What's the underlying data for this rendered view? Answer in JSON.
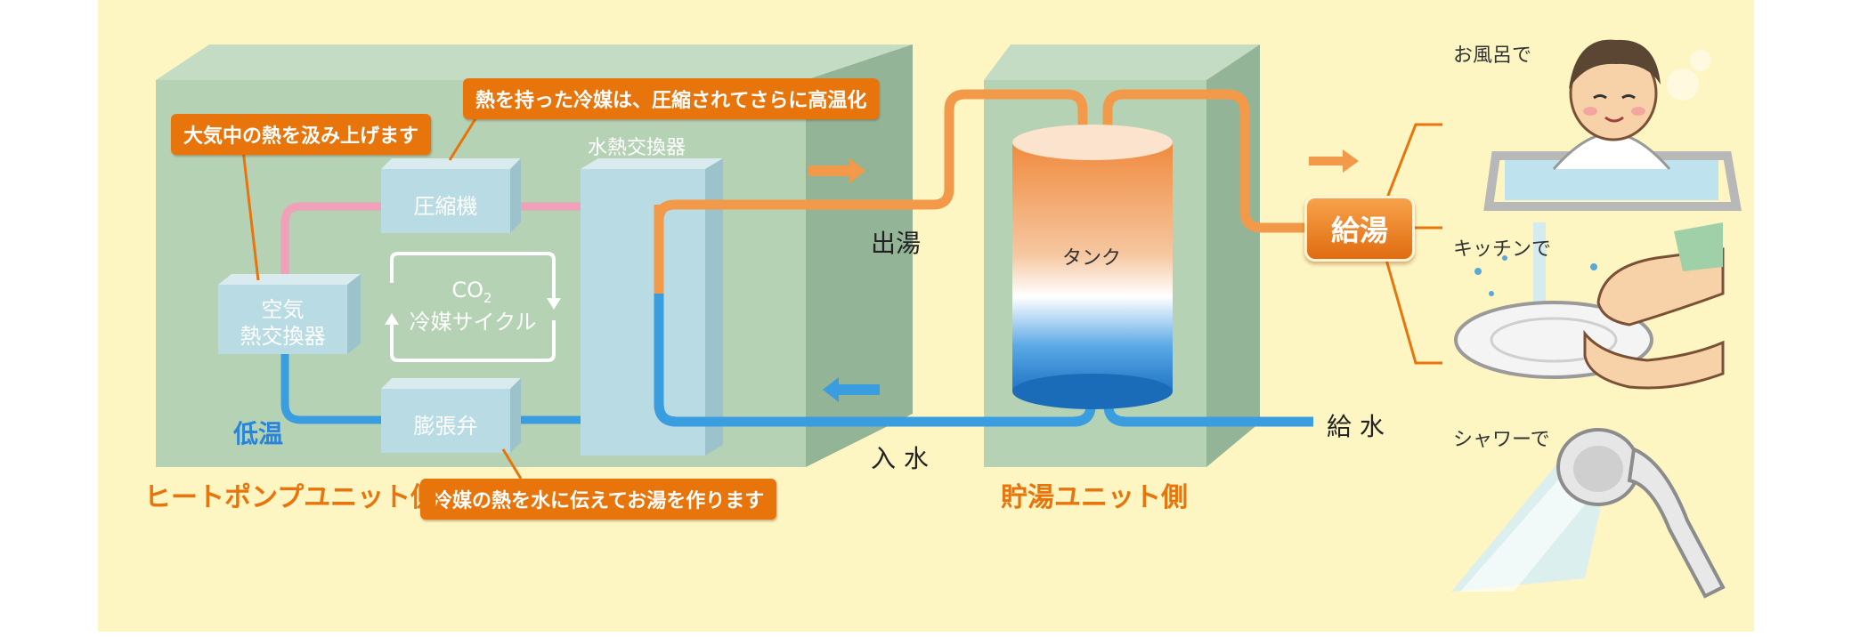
{
  "callouts": {
    "absorb": "大気中の熱を汲み上げます",
    "compress": "熱を持った冷媒は、圧縮されてさらに高温化",
    "transfer": "冷媒の熱を水に伝えてお湯を作ります"
  },
  "components": {
    "compressor": "圧縮機",
    "air_hx_line1": "空気",
    "air_hx_line2": "熱交換器",
    "expansion_valve": "膨張弁",
    "water_hx": "水熱交換器",
    "cycle_line1": "CO",
    "cycle_sub": "2",
    "cycle_line2": "冷媒サイクル",
    "tank": "タンク"
  },
  "labels": {
    "low_temp": "低温",
    "hot_out": "出湯",
    "water_in": "入 水",
    "water_supply": "給 水",
    "hot_supply": "給湯",
    "heat_pump_side": "ヒートポンプユニット側",
    "storage_side": "貯湯ユニット側"
  },
  "uses": {
    "bath": "お風呂で",
    "kitchen": "キッチンで",
    "shower": "シャワーで"
  },
  "colors": {
    "hot": "#f29a4a",
    "cold": "#3a9de0",
    "refrigerant_hot": "#f0a0b8",
    "callout": "#e8740c",
    "panel": "#fdf5c2"
  }
}
